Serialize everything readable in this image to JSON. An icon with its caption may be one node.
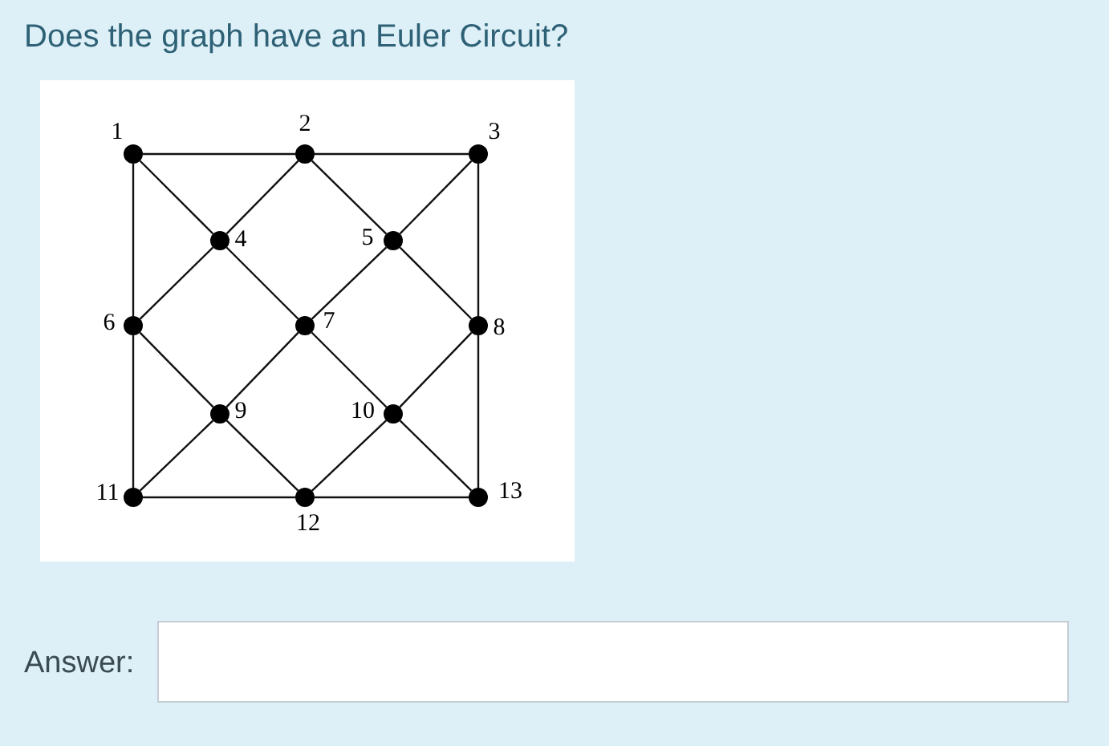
{
  "diagram": {
    "title": "Does the graph have an Euler Circuit?",
    "nodes": [
      {
        "text": [],
        "shape": "circle",
        "beside": [
          "1"
        ]
      },
      {
        "text": [],
        "shape": "circle",
        "beside": [
          "2"
        ]
      },
      {
        "text": [],
        "shape": "circle",
        "beside": [
          "3"
        ]
      },
      {
        "text": [],
        "shape": "circle",
        "beside": [
          "4"
        ]
      },
      {
        "text": [],
        "shape": "circle",
        "beside": [
          "5"
        ]
      },
      {
        "text": [],
        "shape": "circle",
        "beside": [
          "6"
        ]
      },
      {
        "text": [],
        "shape": "circle",
        "beside": [
          "7"
        ]
      },
      {
        "text": [],
        "shape": "circle",
        "beside": [
          "8"
        ]
      },
      {
        "text": [],
        "shape": "circle",
        "beside": [
          "9"
        ]
      },
      {
        "text": [],
        "shape": "circle",
        "beside": [
          "10"
        ]
      },
      {
        "text": [],
        "shape": "circle",
        "beside": [
          "11"
        ]
      },
      {
        "text": [],
        "shape": "circle",
        "beside": [
          "12"
        ]
      },
      {
        "text": [],
        "shape": "circle",
        "beside": [
          "13"
        ]
      }
    ],
    "edges": [
      {
        "from": 0,
        "to": 1,
        "arrow": "none"
      },
      {
        "from": 1,
        "to": 2,
        "arrow": "none"
      },
      {
        "from": 0,
        "to": 5,
        "arrow": "none"
      },
      {
        "from": 5,
        "to": 10,
        "arrow": "none"
      },
      {
        "from": 2,
        "to": 7,
        "arrow": "none"
      },
      {
        "from": 7,
        "to": 12,
        "arrow": "none"
      },
      {
        "from": 10,
        "to": 11,
        "arrow": "none"
      },
      {
        "from": 11,
        "to": 12,
        "arrow": "none"
      },
      {
        "from": 0,
        "to": 3,
        "arrow": "none"
      },
      {
        "from": 1,
        "to": 3,
        "arrow": "none"
      },
      {
        "from": 1,
        "to": 4,
        "arrow": "none"
      },
      {
        "from": 2,
        "to": 4,
        "arrow": "none"
      },
      {
        "from": 3,
        "to": 5,
        "arrow": "none"
      },
      {
        "from": 3,
        "to": 6,
        "arrow": "none"
      },
      {
        "from": 4,
        "to": 6,
        "arrow": "none"
      },
      {
        "from": 4,
        "to": 7,
        "arrow": "none"
      },
      {
        "from": 5,
        "to": 8,
        "arrow": "none"
      },
      {
        "from": 6,
        "to": 8,
        "arrow": "none"
      },
      {
        "from": 6,
        "to": 9,
        "arrow": "none"
      },
      {
        "from": 7,
        "to": 9,
        "arrow": "none"
      },
      {
        "from": 8,
        "to": 10,
        "arrow": "none"
      },
      {
        "from": 8,
        "to": 11,
        "arrow": "none"
      },
      {
        "from": 9,
        "to": 11,
        "arrow": "none"
      },
      {
        "from": 9,
        "to": 12,
        "arrow": "none"
      }
    ],
    "labels": [
      "Answer:"
    ]
  }
}
